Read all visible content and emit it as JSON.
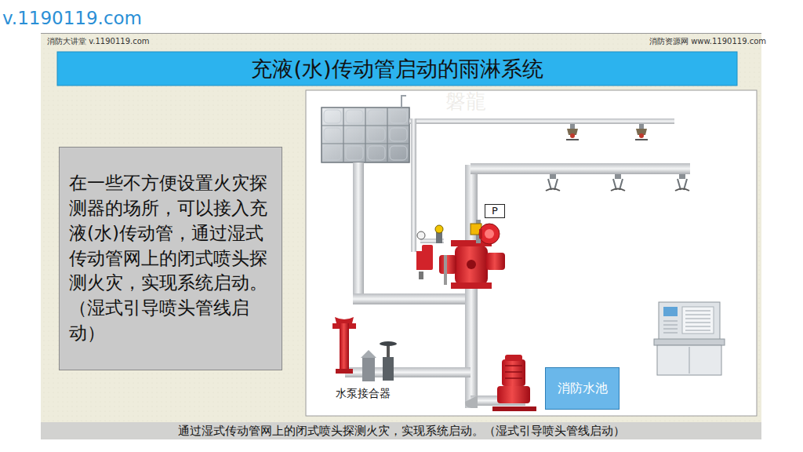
{
  "diagram": {
    "title": "充液(水)传动管启动的雨淋系统",
    "caption": "通过湿式传动管网上的闭式喷头探测火灾，实现系统启动。（湿式引导喷头管线启动）",
    "nodes": [
      {
        "text": [
          "在一些不方便设置火灾探测器的场所，可以接入充液(水)传动管，通过湿式传动管网上的闭式喷头探测火灾，实现系统启动。（湿式引导喷头管线启动）"
        ]
      },
      {
        "text": [
          "P"
        ]
      },
      {
        "text": [
          "消防水池"
        ]
      }
    ],
    "labels": [
      "v.1190119.com",
      "消防大讲堂 v.1190119.com",
      "消防资源网 www.1190119.com",
      "水泵接合器",
      "磐龍"
    ]
  }
}
